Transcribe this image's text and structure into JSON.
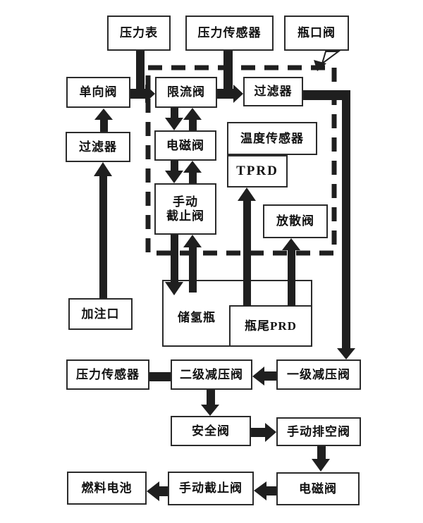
{
  "diagram": {
    "type": "flowchart",
    "colors": {
      "background": "#ffffff",
      "line": "#1f1f1f",
      "box_border": "#2b2b2b",
      "box_fill": "#ffffff",
      "text": "#111111"
    },
    "nodes": [
      {
        "id": "pressure-gauge",
        "label": "压力表"
      },
      {
        "id": "pressure-sensor-top",
        "label": "压力传感器"
      },
      {
        "id": "bottle-mouth-valve",
        "label": "瓶口阀"
      },
      {
        "id": "check-valve",
        "label": "单向阀"
      },
      {
        "id": "flow-limit-valve",
        "label": "限流阀"
      },
      {
        "id": "filter-top",
        "label": "过滤器"
      },
      {
        "id": "filter-left",
        "label": "过滤器"
      },
      {
        "id": "solenoid-valve-top",
        "label": "电磁阀"
      },
      {
        "id": "temperature-sensor",
        "label": "温度传感器"
      },
      {
        "id": "tprd",
        "label": "TPRD"
      },
      {
        "id": "manual-shutoff-valve-top",
        "label": "手动\n截止阀"
      },
      {
        "id": "vent-valve",
        "label": "放散阀"
      },
      {
        "id": "filling-port",
        "label": "加注口"
      },
      {
        "id": "hydrogen-storage-bottle",
        "label": "储氢瓶"
      },
      {
        "id": "bottle-tail-prd",
        "label": "瓶尾PRD"
      },
      {
        "id": "pressure-sensor-bottom",
        "label": "压力传感器"
      },
      {
        "id": "secondary-pressure-reducing-valve",
        "label": "二级减压阀"
      },
      {
        "id": "primary-pressure-reducing-valve",
        "label": "一级减压阀"
      },
      {
        "id": "safety-valve",
        "label": "安全阀"
      },
      {
        "id": "manual-vent-valve",
        "label": "手动排空阀"
      },
      {
        "id": "fuel-cell",
        "label": "燃料电池"
      },
      {
        "id": "manual-shutoff-valve-bottom",
        "label": "手动截止阀"
      },
      {
        "id": "solenoid-valve-bottom",
        "label": "电磁阀"
      }
    ],
    "edges": [
      {
        "from": "pressure-gauge",
        "to": "check-valve--flow-limit-valve-line",
        "type": "pipe"
      },
      {
        "from": "check-valve",
        "to": "flow-limit-valve",
        "type": "arrow"
      },
      {
        "from": "flow-limit-valve",
        "to": "filter-top",
        "type": "arrow"
      },
      {
        "from": "pressure-sensor-top",
        "to": "flow-limit-valve--filter-top-line",
        "type": "pipe"
      },
      {
        "from": "filter-top",
        "to": "primary-pressure-reducing-valve",
        "type": "arrow"
      },
      {
        "from": "bottle-mouth-valve",
        "to": "dashed-boundary",
        "type": "callout-pointer"
      },
      {
        "from": "filling-port",
        "to": "filter-left",
        "type": "arrow"
      },
      {
        "from": "filter-left",
        "to": "check-valve",
        "type": "arrow"
      },
      {
        "from": "flow-limit-valve",
        "to": "solenoid-valve-top",
        "type": "double-arrow"
      },
      {
        "from": "solenoid-valve-top",
        "to": "manual-shutoff-valve-top",
        "type": "double-arrow"
      },
      {
        "from": "manual-shutoff-valve-top",
        "to": "hydrogen-storage-bottle",
        "type": "double-arrow"
      },
      {
        "from": "bottle-tail-prd",
        "to": "tprd",
        "type": "arrow"
      },
      {
        "from": "bottle-tail-prd",
        "to": "vent-valve",
        "type": "arrow"
      },
      {
        "from": "primary-pressure-reducing-valve",
        "to": "secondary-pressure-reducing-valve",
        "type": "arrow"
      },
      {
        "from": "secondary-pressure-reducing-valve",
        "to": "pressure-sensor-bottom",
        "type": "connector"
      },
      {
        "from": "secondary-pressure-reducing-valve",
        "to": "safety-valve",
        "type": "arrow"
      },
      {
        "from": "safety-valve",
        "to": "manual-vent-valve",
        "type": "arrow"
      },
      {
        "from": "manual-vent-valve",
        "to": "solenoid-valve-bottom",
        "type": "arrow"
      },
      {
        "from": "solenoid-valve-bottom",
        "to": "manual-shutoff-valve-bottom",
        "type": "arrow"
      },
      {
        "from": "manual-shutoff-valve-bottom",
        "to": "fuel-cell",
        "type": "arrow"
      }
    ],
    "dashed_boundary": {
      "style": "dashed",
      "encloses": [
        "flow-limit-valve",
        "filter-top",
        "solenoid-valve-top",
        "temperature-sensor",
        "tprd",
        "manual-shutoff-valve-top",
        "vent-valve"
      ]
    }
  }
}
